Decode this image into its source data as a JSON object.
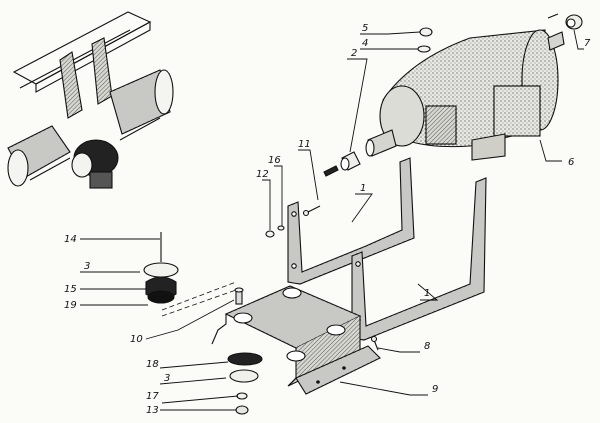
{
  "callouts": [
    {
      "id": "c1a",
      "label": "1"
    },
    {
      "id": "c1b",
      "label": "1"
    },
    {
      "id": "c2",
      "label": "2"
    },
    {
      "id": "c3a",
      "label": "3"
    },
    {
      "id": "c3b",
      "label": "3"
    },
    {
      "id": "c4",
      "label": "4"
    },
    {
      "id": "c5",
      "label": "5"
    },
    {
      "id": "c6",
      "label": "6"
    },
    {
      "id": "c7",
      "label": "7"
    },
    {
      "id": "c8",
      "label": "8"
    },
    {
      "id": "c9",
      "label": "9"
    },
    {
      "id": "c10",
      "label": "10"
    },
    {
      "id": "c11",
      "label": "11"
    },
    {
      "id": "c12",
      "label": "12"
    },
    {
      "id": "c13",
      "label": "13"
    },
    {
      "id": "c14",
      "label": "14"
    },
    {
      "id": "c15",
      "label": "15"
    },
    {
      "id": "c16",
      "label": "16"
    },
    {
      "id": "c17",
      "label": "17"
    },
    {
      "id": "c18",
      "label": "18"
    },
    {
      "id": "c19",
      "label": "19"
    }
  ]
}
